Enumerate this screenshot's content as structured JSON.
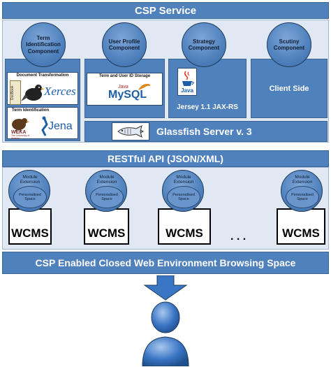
{
  "csp_service": {
    "title": "CSP Service"
  },
  "components": [
    {
      "label": "Term Identification Component"
    },
    {
      "label": "User Profile Component"
    },
    {
      "label": "Strategy Component"
    },
    {
      "label": "Scutiny Component"
    }
  ],
  "term_panel": {
    "doc_transform_label": "Document Transformation",
    "term_ident_label": "Term Identification",
    "docbook_logo": "DocBook",
    "xerces_logo": "Xerces",
    "weka_logo": "WEKA",
    "weka_sub": "The University of Waikato",
    "jena_logo": "Jena"
  },
  "profile_panel": {
    "storage_label": "Term and User ID Storage",
    "java_logo": "Java",
    "mysql_logo": "MySQL"
  },
  "strategy_panel": {
    "java_logo": "Java",
    "jersey_label": "Jersey 1.1 JAX-RS"
  },
  "scrutiny_panel": {
    "label": "Client Side"
  },
  "glassfish": {
    "label": "Glassfish Server v. 3"
  },
  "restful_api": {
    "label": "RESTful API (JSON/XML)"
  },
  "modules": [
    {
      "title": "Module Extension",
      "inner": "Personalised Space",
      "wcms": "WCMS"
    },
    {
      "title": "Module Extension",
      "inner": "Personalised Space",
      "wcms": "WCMS"
    },
    {
      "title": "Module Extension",
      "inner": "Personalised Space",
      "wcms": "WCMS"
    },
    {
      "title": "Module Extension",
      "inner": "Personalised Space",
      "wcms": "WCMS"
    }
  ],
  "ellipsis": ". . .",
  "browsing_space": {
    "label": "CSP Enabled Closed Web Environment Browsing Space"
  },
  "colors": {
    "primary_blue": "#4f81bd",
    "dark_blue": "#1f3b5c",
    "arrow_blue": "#3a76c4"
  },
  "icons": [
    "down-arrow-icon",
    "user-icon",
    "glassfish-fish-icon",
    "java-cup-icon"
  ]
}
